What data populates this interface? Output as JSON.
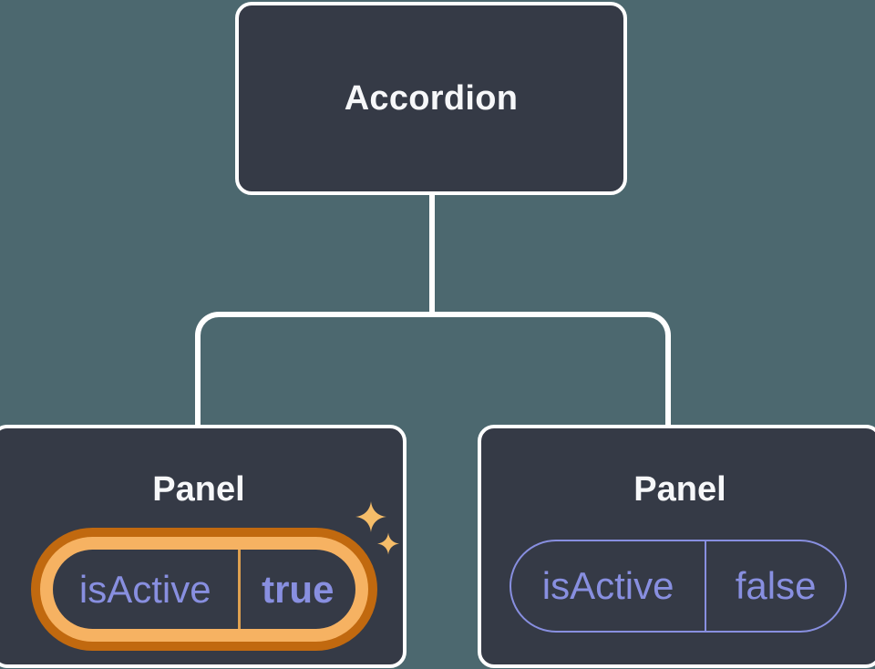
{
  "diagram": {
    "title_node": {
      "label": "Accordion"
    },
    "panels": [
      {
        "label": "Panel",
        "prop_name": "isActive",
        "prop_value": "true",
        "highlighted": true
      },
      {
        "label": "Panel",
        "prop_name": "isActive",
        "prop_value": "false",
        "highlighted": false
      }
    ]
  },
  "icons": [
    {
      "name": "sparkle-icon-large"
    },
    {
      "name": "sparkle-icon-small"
    }
  ],
  "colors": {
    "background": "#4C686F",
    "node_fill": "#353A46",
    "node_border": "#FFFFFF",
    "connector": "#FFFFFF",
    "label_text": "#F6F7F9",
    "prop_text": "#888FE0",
    "prop_pill_border": "#888FE0",
    "highlight_ring_outer": "#C1690F",
    "highlight_ring_inner": "#F6B262",
    "highlight_divider": "#DFA050",
    "sparkle": "#F6BD69"
  }
}
